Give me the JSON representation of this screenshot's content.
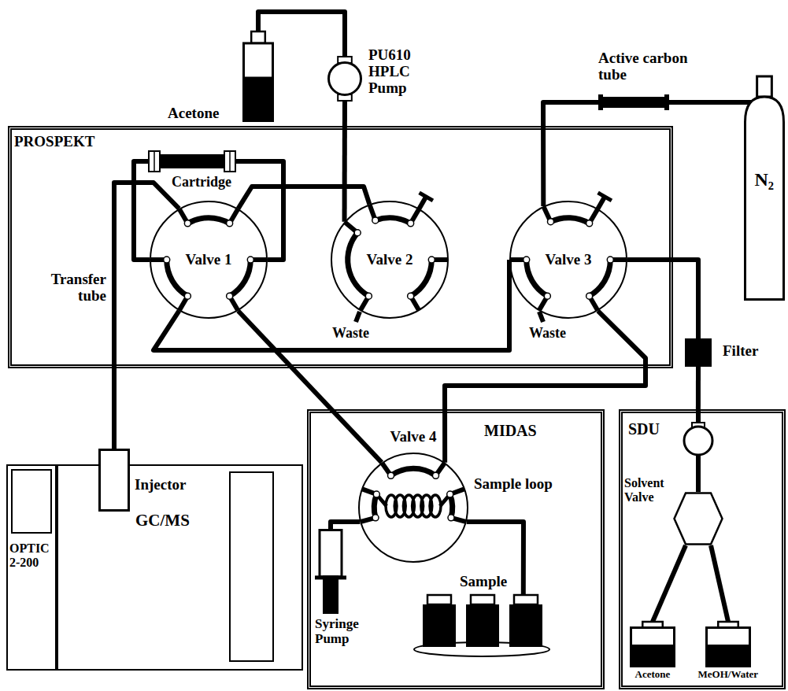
{
  "diagram": {
    "nodes": [
      {
        "text": [
          "Acetone"
        ]
      },
      {
        "text": [
          "PU610 HPLC Pump"
        ]
      },
      {
        "text": [
          "Active carbon tube"
        ]
      },
      {
        "text": [
          "N₂"
        ]
      },
      {
        "text": [
          "PROSPEKT"
        ]
      },
      {
        "text": [
          "Cartridge"
        ],
        "in": 4
      },
      {
        "text": [
          "Valve 1"
        ],
        "in": 4
      },
      {
        "text": [
          "Valve 2"
        ],
        "in": 4
      },
      {
        "text": [
          "Valve 3"
        ],
        "in": 4
      },
      {
        "text": [
          "Filter"
        ]
      },
      {
        "text": [
          "GC/MS"
        ]
      },
      {
        "text": [
          "Injector"
        ],
        "in": 10
      },
      {
        "text": [
          "OPTIC 2-200"
        ]
      },
      {
        "text": [
          "MIDAS"
        ]
      },
      {
        "text": [
          "Valve 4",
          "Sample loop"
        ],
        "in": 13
      },
      {
        "text": [
          "Syringe Pump"
        ],
        "in": 13
      },
      {
        "text": [
          "Sample"
        ],
        "in": 13
      },
      {
        "text": [
          "SDU"
        ]
      },
      {
        "text": [
          "Solvent Valve"
        ],
        "in": 17
      },
      {
        "text": [
          "Acetone"
        ],
        "in": 17
      },
      {
        "text": [
          "MeOH/Water"
        ],
        "in": 17
      }
    ],
    "edges": [
      {
        "from": 0,
        "to": 1,
        "arrow": "none"
      },
      {
        "from": 1,
        "to": 7,
        "arrow": "none"
      },
      {
        "from": 5,
        "to": 6,
        "arrow": "none"
      },
      {
        "from": 5,
        "to": 6,
        "arrow": "none"
      },
      {
        "from": 6,
        "to": 7,
        "arrow": "none"
      },
      {
        "from": 6,
        "to": 11,
        "arrow": "none"
      },
      {
        "from": 6,
        "to": 8,
        "arrow": "none"
      },
      {
        "from": 6,
        "to": 14,
        "arrow": "none"
      },
      {
        "from": 8,
        "to": 14,
        "arrow": "none"
      },
      {
        "from": 3,
        "to": 2,
        "arrow": "none"
      },
      {
        "from": 2,
        "to": 8,
        "arrow": "none"
      },
      {
        "from": 8,
        "to": 9,
        "arrow": "none"
      },
      {
        "from": 9,
        "to": 17,
        "arrow": "none"
      },
      {
        "from": 18,
        "to": 19,
        "arrow": "none"
      },
      {
        "from": 18,
        "to": 20,
        "arrow": "none"
      },
      {
        "from": 14,
        "to": 15,
        "arrow": "none"
      },
      {
        "from": 14,
        "to": 16,
        "arrow": "none"
      }
    ],
    "labels": [
      "Transfer tube",
      "Waste",
      "Waste"
    ]
  }
}
